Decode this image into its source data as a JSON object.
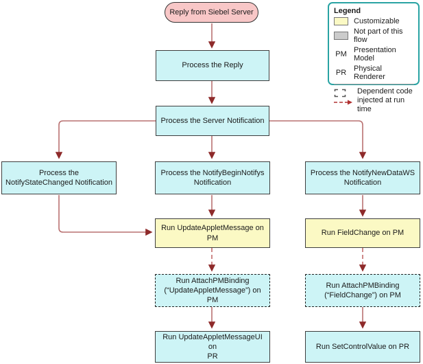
{
  "nodes": {
    "start": "Reply from Siebel Server",
    "process_reply": "Process the Reply",
    "process_server_notification": "Process the Server Notification",
    "notify_state_changed": "Process the\nNotifyStateChanged Notification",
    "notify_begin_notifys": "Process the NotifyBeginNotifys\nNotification",
    "notify_new_data_ws": "Process the  NotifyNewDataWS\nNotification",
    "run_update_applet_message_pm": "Run UpdateAppletMessage on\nPM",
    "run_field_change_pm": "Run FieldChange on PM",
    "run_attach_pm_binding_update_applet_message": "Run AttachPMBinding\n(“UpdateAppletMessage”) on PM",
    "run_attach_pm_binding_field_change": "Run AttachPMBinding\n(“FieldChange”) on PM",
    "run_update_applet_message_ui_pr": "Run UpdateAppletMessageUI on\nPR",
    "run_set_control_value_pr": "Run SetControlValue on PR"
  },
  "legend": {
    "title": "Legend",
    "customizable_label": "Customizable",
    "not_part_label": "Not part of this flow",
    "pm_abbr": "PM",
    "pm_label": "Presentation Model",
    "pr_abbr": "PR",
    "pr_label": "Physical Renderer",
    "dependent_label": "Dependent code\ninjected at run time"
  },
  "colors": {
    "box_cyan": "#cdf4f6",
    "box_yellow": "#fbf9c4",
    "box_gray": "#cbcbcb",
    "oval_pink": "#f8c7c7",
    "box_border": "#3d3d3d",
    "line": "#b97171",
    "line_dashed": "#c36c6c",
    "arrowhead": "#8e2a2a",
    "legend_border": "#29a3a3"
  }
}
